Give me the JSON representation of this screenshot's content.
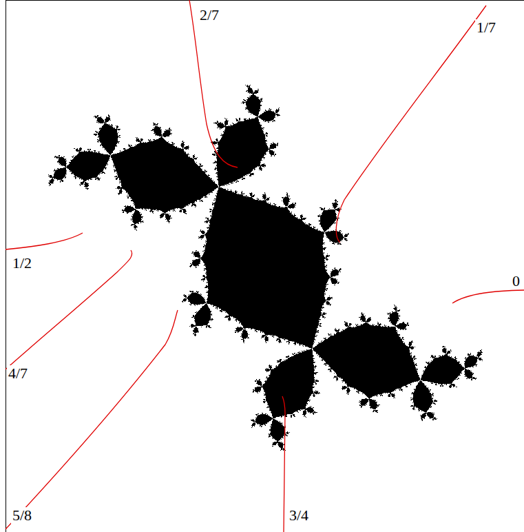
{
  "diagram": {
    "labels": [
      "2/7",
      "1/7",
      "1/2",
      "0",
      "4/7",
      "5/8",
      "3/4"
    ]
  }
}
